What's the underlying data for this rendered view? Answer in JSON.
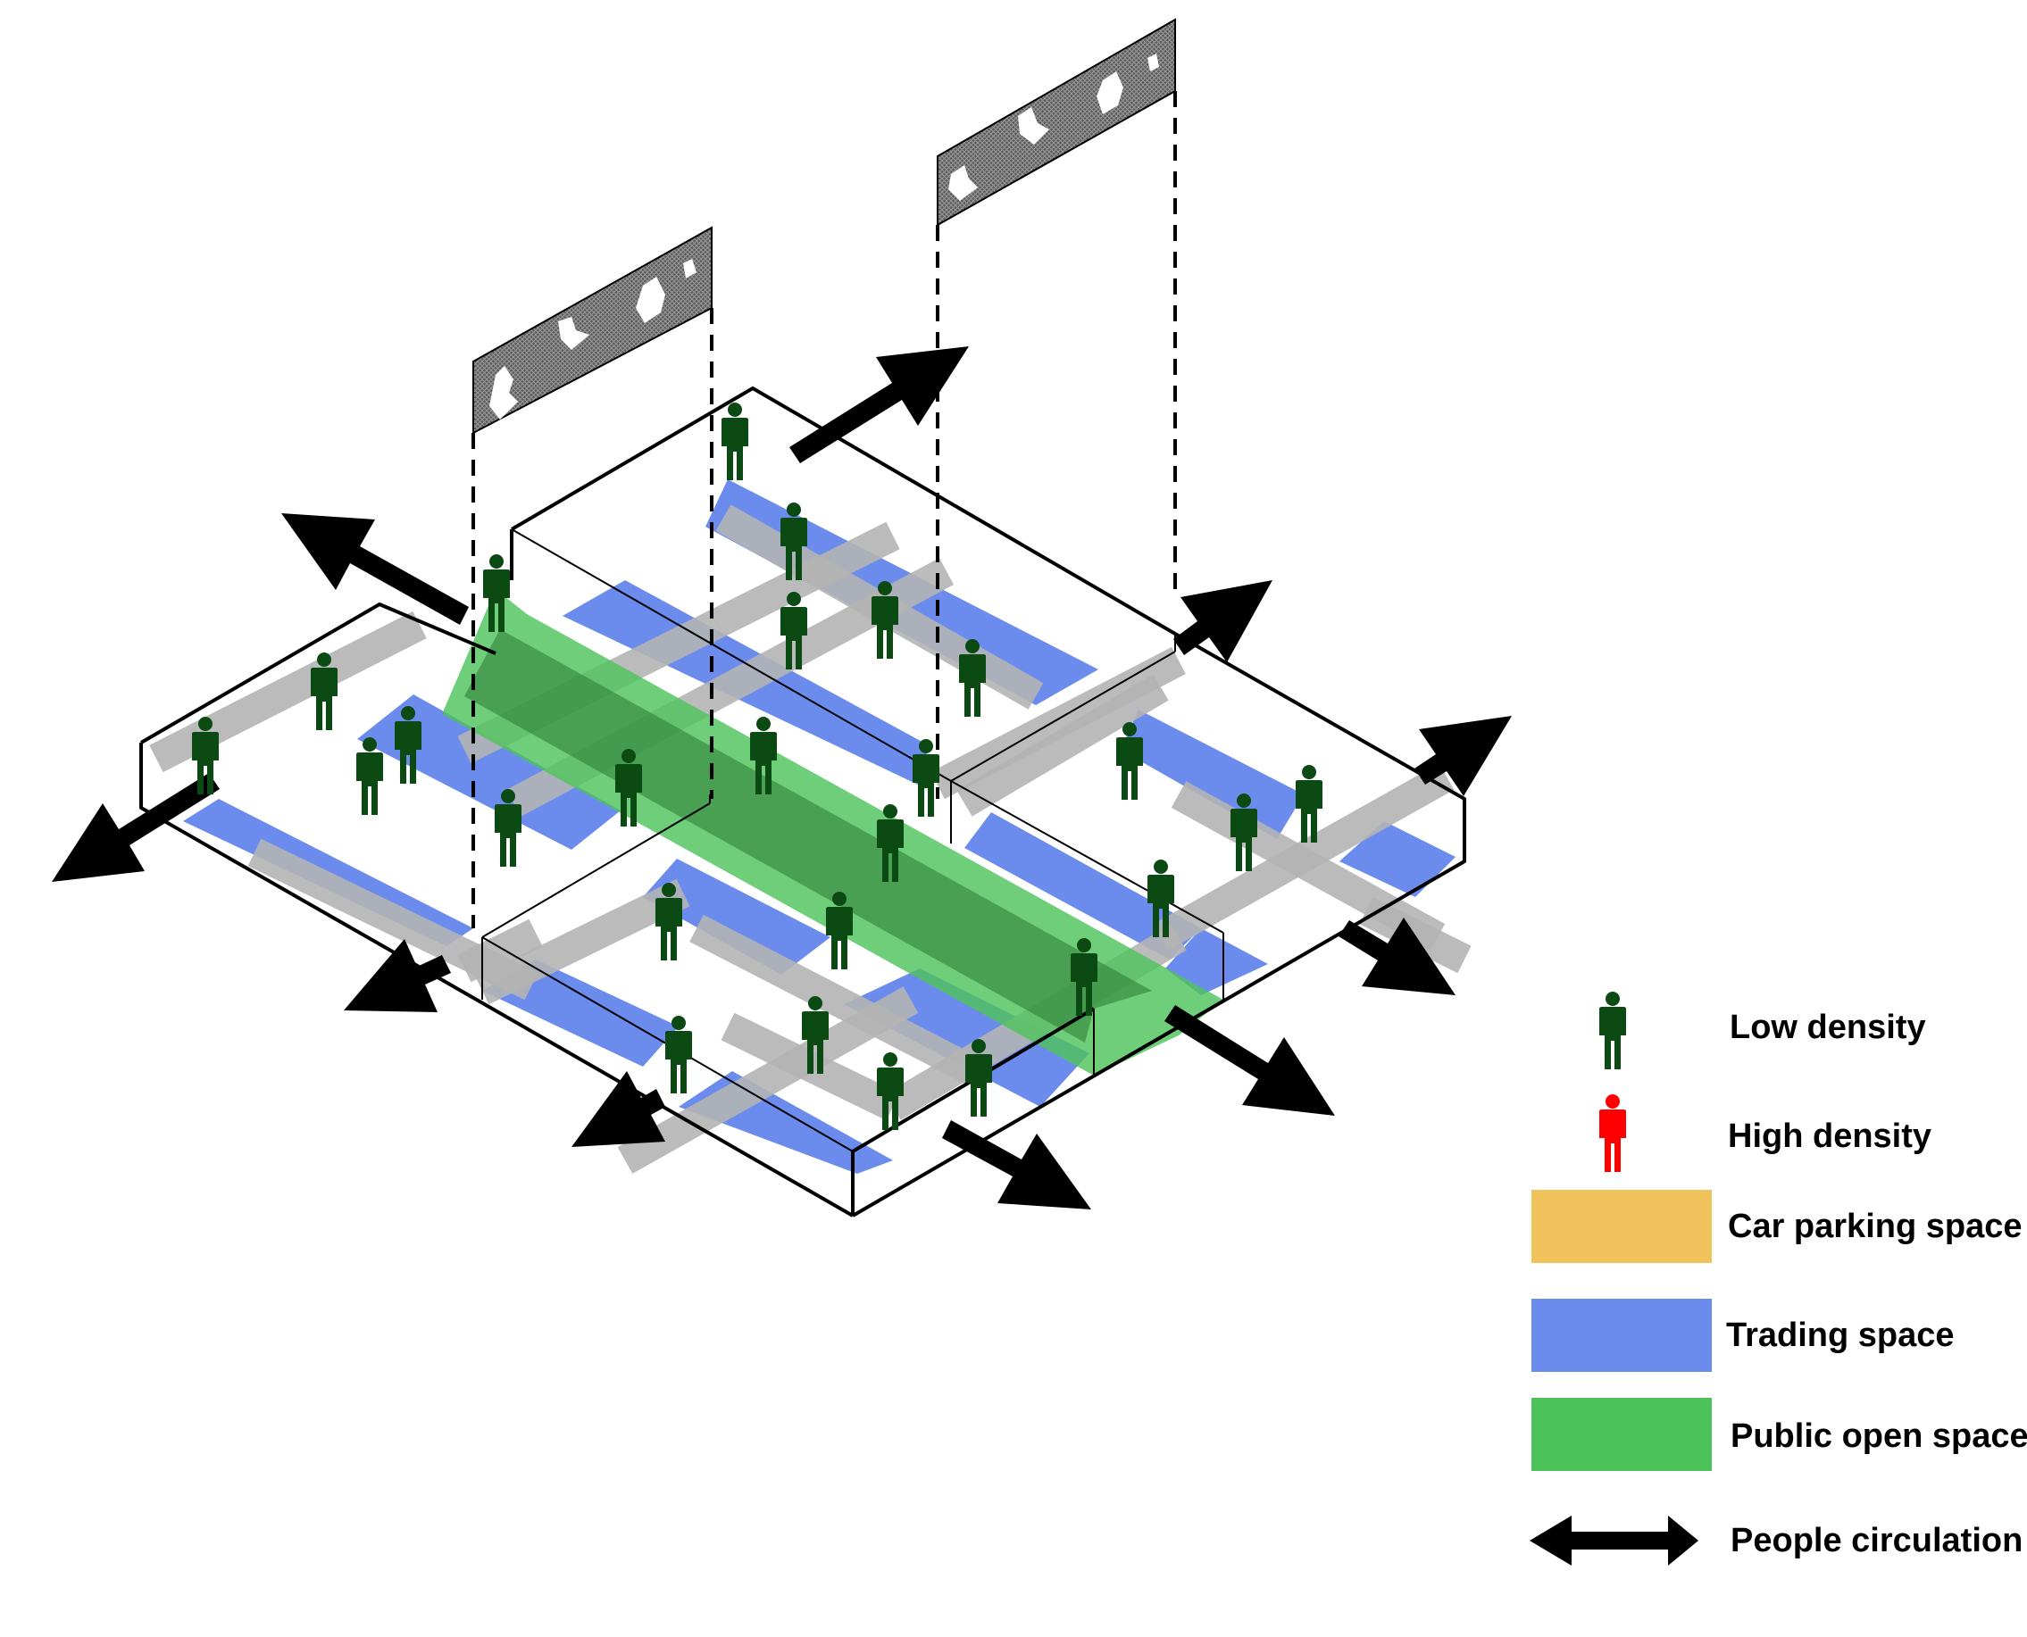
{
  "legend": {
    "items": [
      {
        "key": "low-density",
        "label": "Low density",
        "swatch": "person",
        "color": "#0c4a14"
      },
      {
        "key": "high-density",
        "label": "High density",
        "swatch": "person",
        "color": "#ff0000"
      },
      {
        "key": "car-parking",
        "label": "Car parking space",
        "swatch": "rect",
        "color": "#f0c35d"
      },
      {
        "key": "trading",
        "label": "Trading space",
        "swatch": "rect",
        "color": "#6b8ced"
      },
      {
        "key": "public-open",
        "label": "Public open space",
        "swatch": "rect",
        "color": "#4fc35b"
      },
      {
        "key": "circulation",
        "label": "People circulation",
        "swatch": "arrow",
        "color": "#000000"
      }
    ]
  },
  "colors": {
    "trading": "#6b8ced",
    "public_open": "#4fc35b",
    "path": "#b4b4b4",
    "person_low": "#0c4a14",
    "outline": "#000000"
  },
  "people": {
    "count": 26,
    "density": "low"
  }
}
